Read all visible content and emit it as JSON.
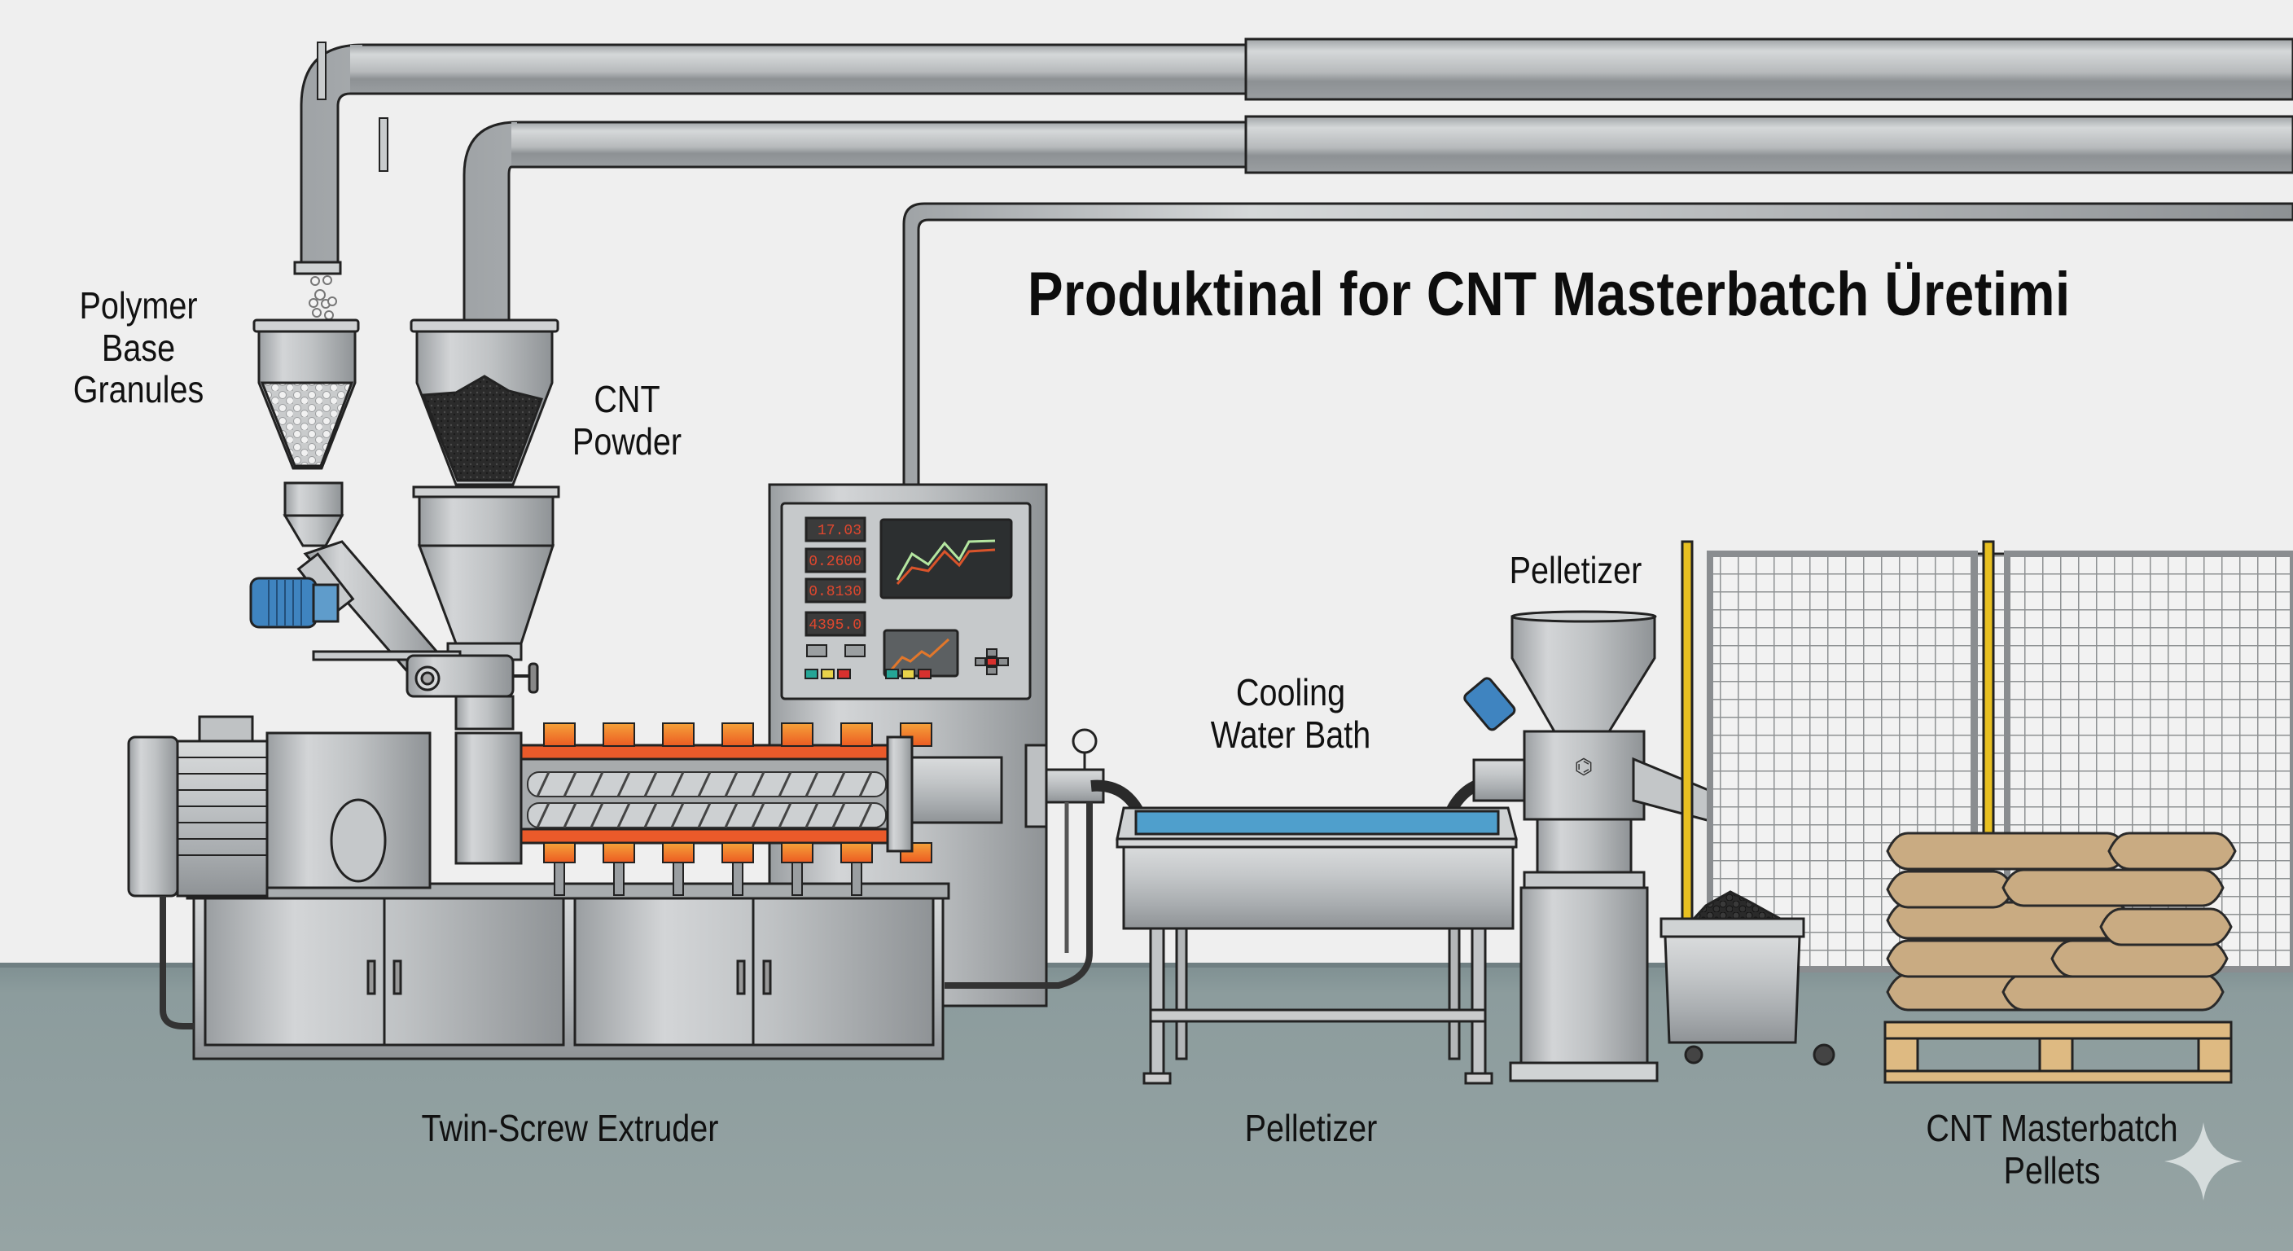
{
  "title": "Produktinal for CNT Masterbatch Üretimi",
  "labels": {
    "polymer": [
      "Polymer",
      "Base",
      "Granules"
    ],
    "cnt_powder": [
      "CNT",
      "Powder"
    ],
    "pelletizer_top": "Pelletizer",
    "cooling": [
      "Cooling",
      "Water Bath"
    ],
    "extruder": "Twin-Screw Extruder",
    "pelletizer_bottom": "Pelletizer",
    "pellets": [
      "CNT Masterbatch",
      "Pellets"
    ]
  },
  "control_panel": {
    "readouts": [
      "17.03",
      "0.2600",
      "0.8130",
      "4395.0"
    ],
    "button_colors": [
      "#25a596",
      "#e8d24a",
      "#d8312e",
      "#25a596",
      "#e8d24a",
      "#d8312e"
    ]
  },
  "colors": {
    "wall": "#efefef",
    "floor": "#8e9e9f",
    "steel": "#b9bcbe",
    "heater": "#f07a2a",
    "motor": "#3f84c0",
    "fence_post": "#e8c021",
    "water": "#4f9fcc",
    "bag": "#c9ab82",
    "pallet": "#deba82"
  },
  "icons": {
    "watermark": "sparkle-icon"
  }
}
